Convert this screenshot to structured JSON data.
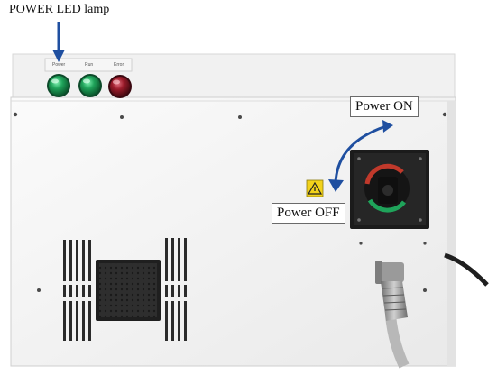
{
  "labels": {
    "power_led_lamp": "POWER LED lamp",
    "power_on": "Power ON",
    "power_off": "Power OFF"
  },
  "lamps": [
    {
      "caption": "Power",
      "color": "#1fa35a"
    },
    {
      "caption": "Run",
      "color": "#1fa35a"
    },
    {
      "caption": "Error",
      "color": "#9b1b2a"
    }
  ],
  "colors": {
    "arrow": "#1f4fa0",
    "panel": "#f6f6f6",
    "warning": "#f2d21b"
  },
  "icons": {
    "warning": "warning-triangle-icon",
    "arrow_down": "arrow-down-icon",
    "arrow_curve": "curved-double-arrow-icon"
  }
}
